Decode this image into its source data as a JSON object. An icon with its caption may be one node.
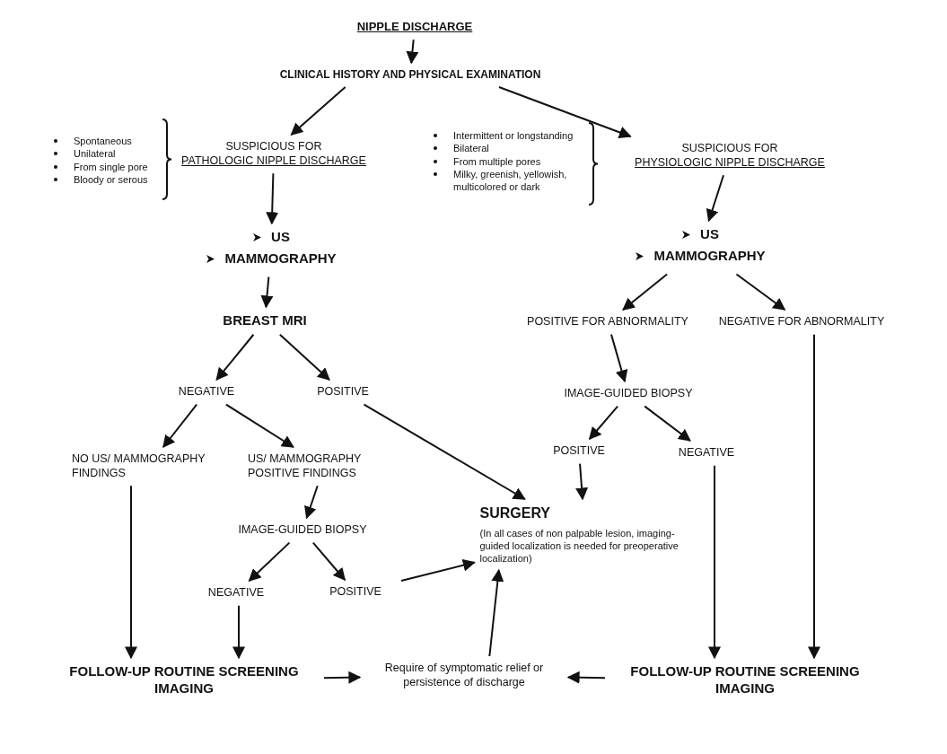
{
  "diagram": {
    "nodes": [
      {
        "text": [
          "NIPPLE DISCHARGE"
        ]
      },
      {
        "text": [
          "CLINICAL HISTORY AND PHYSICAL EXAMINATION"
        ]
      },
      {
        "text": [
          "SUSPICIOUS FOR",
          "PATHOLOGIC NIPPLE DISCHARGE"
        ],
        "beside": [
          "Spontaneous",
          "Unilateral",
          "From single pore",
          "Bloody or serous"
        ]
      },
      {
        "text": [
          "SUSPICIOUS FOR",
          "PHYSIOLOGIC NIPPLE DISCHARGE"
        ],
        "beside": [
          "Intermittent or longstanding",
          "Bilateral",
          "From multiple pores",
          "Milky, greenish, yellowish, multicolored or dark"
        ]
      },
      {
        "text": [
          "US",
          "MAMMOGRAPHY"
        ]
      },
      {
        "text": [
          "US",
          "MAMMOGRAPHY"
        ]
      },
      {
        "text": [
          "BREAST MRI"
        ]
      },
      {
        "text": [
          "POSITIVE FOR ABNORMALITY"
        ]
      },
      {
        "text": [
          "NEGATIVE FOR ABNORMALITY"
        ]
      },
      {
        "text": [
          "NEGATIVE"
        ]
      },
      {
        "text": [
          "POSITIVE"
        ]
      },
      {
        "text": [
          "IMAGE-GUIDED BIOPSY"
        ]
      },
      {
        "text": [
          "NO US/ MAMMOGRAPHY FINDINGS"
        ]
      },
      {
        "text": [
          "US/ MAMMOGRAPHY POSITIVE FINDINGS"
        ]
      },
      {
        "text": [
          "POSITIVE"
        ]
      },
      {
        "text": [
          "NEGATIVE"
        ]
      },
      {
        "text": [
          "SURGERY",
          "(In all cases of non palpable lesion, imaging-guided localization is needed for preoperative localization)"
        ]
      },
      {
        "text": [
          "IMAGE-GUIDED BIOPSY"
        ]
      },
      {
        "text": [
          "NEGATIVE"
        ]
      },
      {
        "text": [
          "POSITIVE"
        ]
      },
      {
        "text": [
          "FOLLOW-UP ROUTINE SCREENING IMAGING"
        ]
      },
      {
        "text": [
          "Require of symptomatic relief or persistence of discharge"
        ]
      },
      {
        "text": [
          "FOLLOW-UP ROUTINE SCREENING IMAGING"
        ]
      }
    ],
    "edges": [
      {
        "from": 0,
        "to": 1,
        "arrow": "to"
      },
      {
        "from": 1,
        "to": 2,
        "arrow": "to"
      },
      {
        "from": 1,
        "to": 3,
        "arrow": "to"
      },
      {
        "from": 2,
        "to": 4,
        "arrow": "to"
      },
      {
        "from": 3,
        "to": 5,
        "arrow": "to"
      },
      {
        "from": 4,
        "to": 6,
        "arrow": "to"
      },
      {
        "from": 5,
        "to": 7,
        "arrow": "to"
      },
      {
        "from": 5,
        "to": 8,
        "arrow": "to"
      },
      {
        "from": 6,
        "to": 9,
        "arrow": "to"
      },
      {
        "from": 6,
        "to": 10,
        "arrow": "to"
      },
      {
        "from": 7,
        "to": 11,
        "arrow": "to"
      },
      {
        "from": 9,
        "to": 12,
        "arrow": "to"
      },
      {
        "from": 9,
        "to": 13,
        "arrow": "to"
      },
      {
        "from": 10,
        "to": 16,
        "arrow": "to"
      },
      {
        "from": 11,
        "to": 14,
        "arrow": "to"
      },
      {
        "from": 11,
        "to": 15,
        "arrow": "to"
      },
      {
        "from": 14,
        "to": 16,
        "arrow": "to"
      },
      {
        "from": 13,
        "to": 17,
        "arrow": "to"
      },
      {
        "from": 17,
        "to": 18,
        "arrow": "to"
      },
      {
        "from": 17,
        "to": 19,
        "arrow": "to"
      },
      {
        "from": 19,
        "to": 16,
        "arrow": "to"
      },
      {
        "from": 12,
        "to": 20,
        "arrow": "to"
      },
      {
        "from": 18,
        "to": 20,
        "arrow": "to"
      },
      {
        "from": 15,
        "to": 22,
        "arrow": "to"
      },
      {
        "from": 8,
        "to": 22,
        "arrow": "to"
      },
      {
        "from": 20,
        "to": 21,
        "arrow": "to"
      },
      {
        "from": 22,
        "to": 21,
        "arrow": "to"
      },
      {
        "from": 21,
        "to": 16,
        "arrow": "to"
      }
    ]
  }
}
